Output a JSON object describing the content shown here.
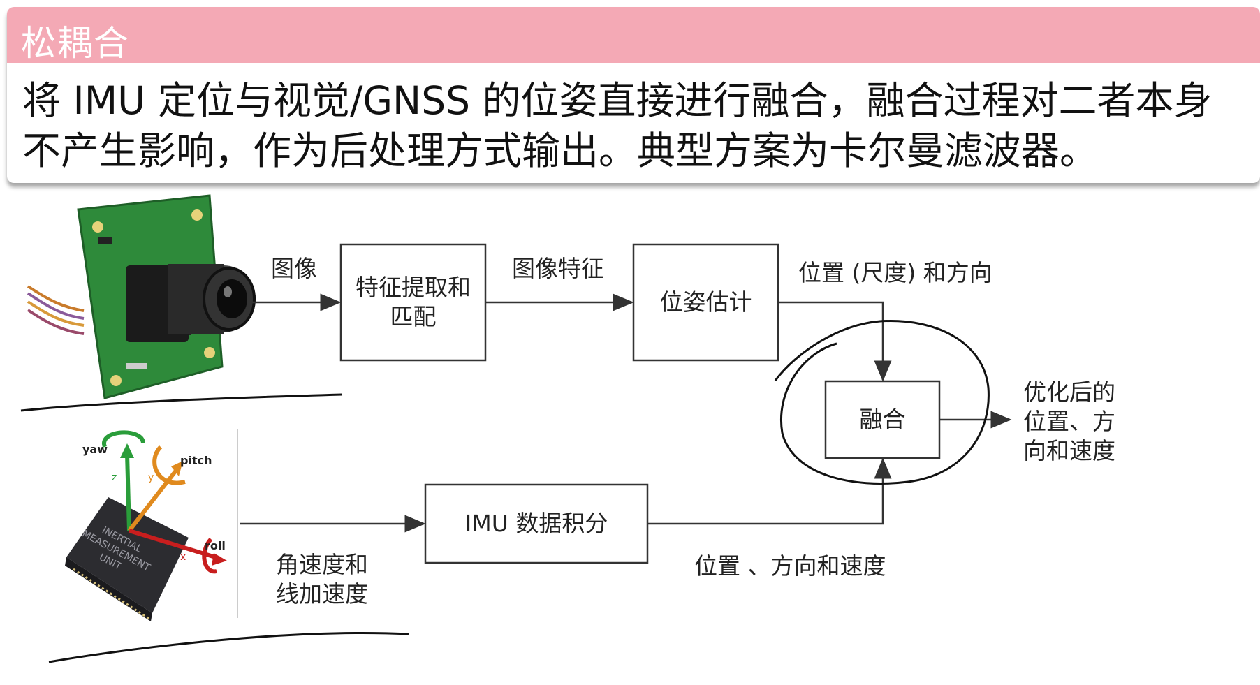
{
  "slide": {
    "title": "松耦合",
    "description": "将 IMU 定位与视觉/GNSS 的位姿直接进行融合，融合过程对二者本身不产生影响，作为后处理方式输出。典型方案为卡尔曼滤波器。"
  },
  "diagram": {
    "boxes": {
      "feature_extraction": "特征提取和\n匹配",
      "pose_estimation": "位姿估计",
      "fusion": "融合",
      "imu_integration": "IMU 数据积分"
    },
    "edge_labels": {
      "image": "图像",
      "image_features": "图像特征",
      "position_scale_orientation": "位置 (尺度) 和方向",
      "angular_linear_velocity": "角速度和\n线加速度",
      "position_orientation_velocity": "位置 、方向和速度",
      "optimized_output": "优化后的\n位置、方\n向和速度"
    },
    "imu_chip": {
      "axis_labels": {
        "yaw": "yaw",
        "pitch": "pitch",
        "roll": "roll",
        "z": "z",
        "y": "y",
        "x": "x"
      },
      "chip_text": "INERTIAL\nMEASUREMENT\nUNIT"
    },
    "colors": {
      "header": "#f4a9b5",
      "pcb": "#2e8a3a",
      "yaw_axis": "#2a9d3a",
      "pitch_axis": "#e08a1e",
      "roll_axis": "#c81e1e"
    }
  }
}
